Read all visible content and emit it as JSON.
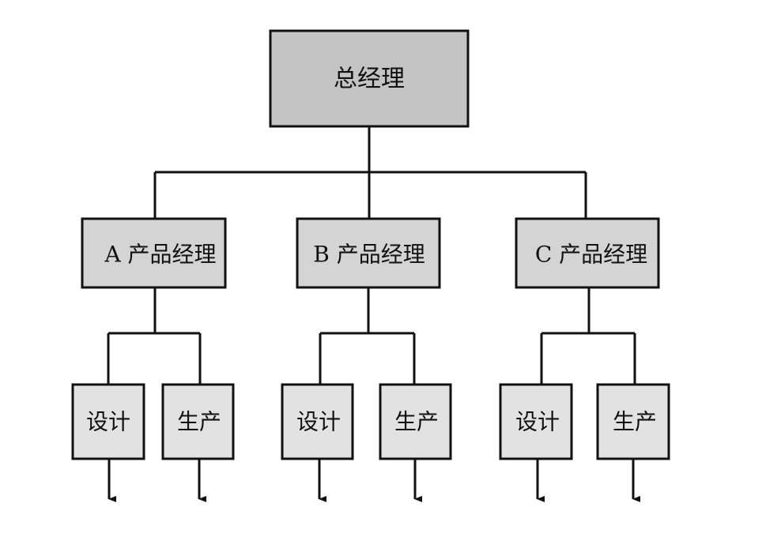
{
  "root": {
    "label": "总经理"
  },
  "managers": [
    {
      "label": "A 产品经理",
      "units": [
        {
          "label": "设计"
        },
        {
          "label": "生产"
        }
      ]
    },
    {
      "label": "B 产品经理",
      "units": [
        {
          "label": "设计"
        },
        {
          "label": "生产"
        }
      ]
    },
    {
      "label": "C 产品经理",
      "units": [
        {
          "label": "设计"
        },
        {
          "label": "生产"
        }
      ]
    }
  ],
  "colors": {
    "root_fill": "#c4c4c4",
    "manager_fill": "#d4d4d4",
    "unit_fill": "#e2e2e2",
    "stroke": "#111111"
  }
}
